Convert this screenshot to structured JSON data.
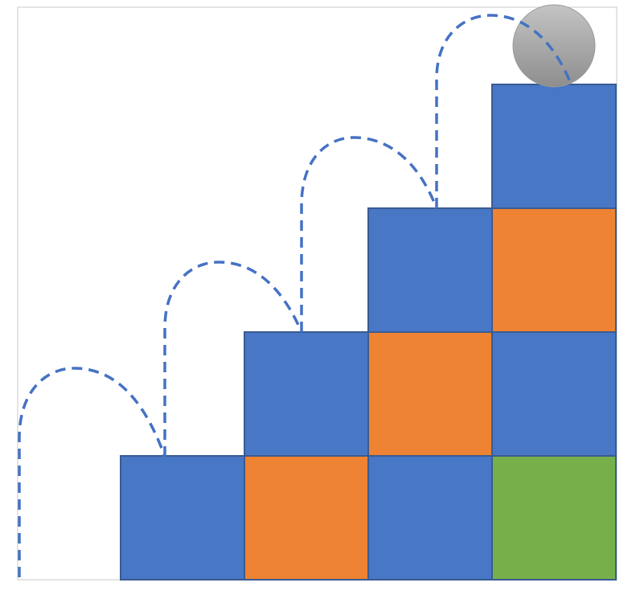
{
  "diagram": {
    "colors": {
      "blue": "#4877C6",
      "orange": "#ED8333",
      "green": "#77B04B",
      "block_border": "#3A5B92",
      "ball": "#A8A8A8",
      "path": "#4472C4",
      "frame": "#C8C8C8"
    },
    "blocks": [
      {
        "column": 1,
        "level": 1,
        "color": "blue"
      },
      {
        "column": 2,
        "level": 1,
        "color": "orange"
      },
      {
        "column": 2,
        "level": 2,
        "color": "blue"
      },
      {
        "column": 3,
        "level": 1,
        "color": "blue"
      },
      {
        "column": 3,
        "level": 2,
        "color": "orange"
      },
      {
        "column": 3,
        "level": 3,
        "color": "blue"
      },
      {
        "column": 4,
        "level": 1,
        "color": "green"
      },
      {
        "column": 4,
        "level": 2,
        "color": "blue"
      },
      {
        "column": 4,
        "level": 3,
        "color": "orange"
      },
      {
        "column": 4,
        "level": 4,
        "color": "blue"
      }
    ],
    "jumps": 4,
    "path_style": "dashed",
    "ball_position": "top of column 4"
  }
}
